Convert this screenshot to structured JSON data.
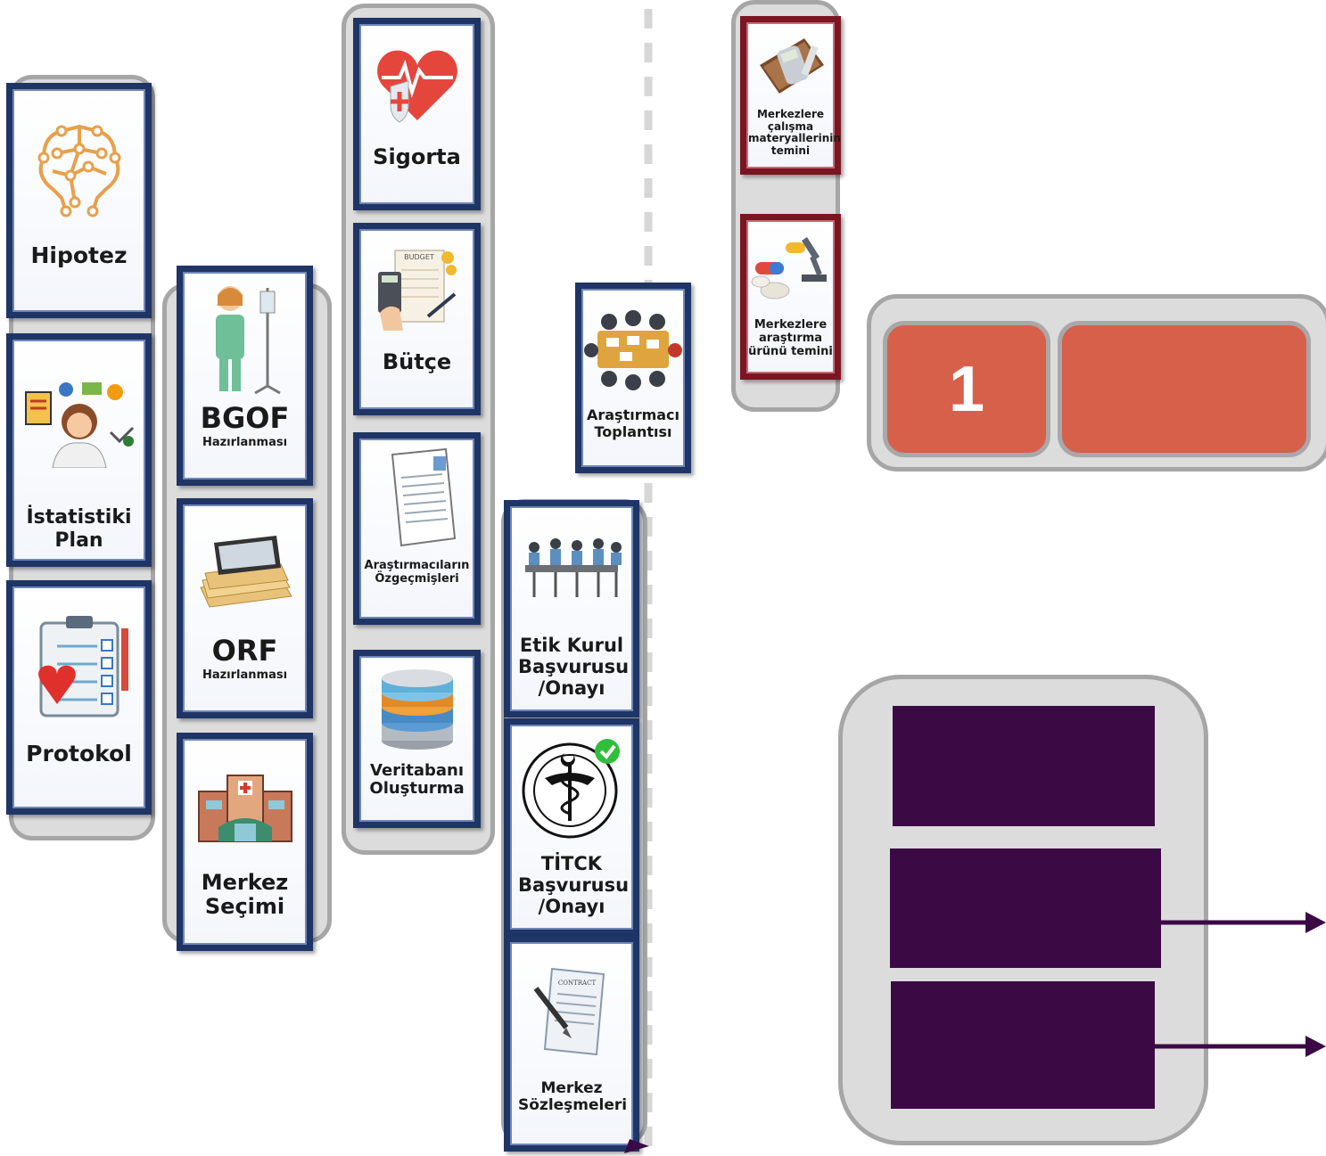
{
  "cards": {
    "hipotez": "Hipotez",
    "istatistiki_plan": "İstatistiki Plan",
    "protokol": "Protokol",
    "bgof": "BGOF",
    "bgof_sub": "Hazırlanması",
    "orf": "ORF",
    "orf_sub": "Hazırlanması",
    "merkez_secimi": "Merkez Seçimi",
    "sigorta": "Sigorta",
    "butce": "Bütçe",
    "ozgecmisler": "Araştırmacıların Özgeçmişleri",
    "veritabani": "Veritabanı Oluşturma",
    "arastirmaci_toplantisi": "Araştırmacı Toplantısı",
    "etik_kurul": "Etik Kurul Başvurusu /Onayı",
    "titck": "TİTCK Başvurusu /Onayı",
    "merkez_sozlesmeleri": "Merkez Sözleşmeleri",
    "calisma_materyalleri": "Merkezlere çalışma materyallerinin temini",
    "arastirma_urunu": "Merkezlere araştırma ürünü temini"
  },
  "icon_text": {
    "budget_form": "BUDGET",
    "contract_doc": "CONTRACT"
  },
  "phase_box": {
    "number": "1"
  },
  "colors": {
    "card_border": "#1f3566",
    "card_border_red": "#7a1622",
    "group_fill": "#dcdcdc",
    "phase_red": "#d7604b",
    "purple": "#3b0a45"
  }
}
